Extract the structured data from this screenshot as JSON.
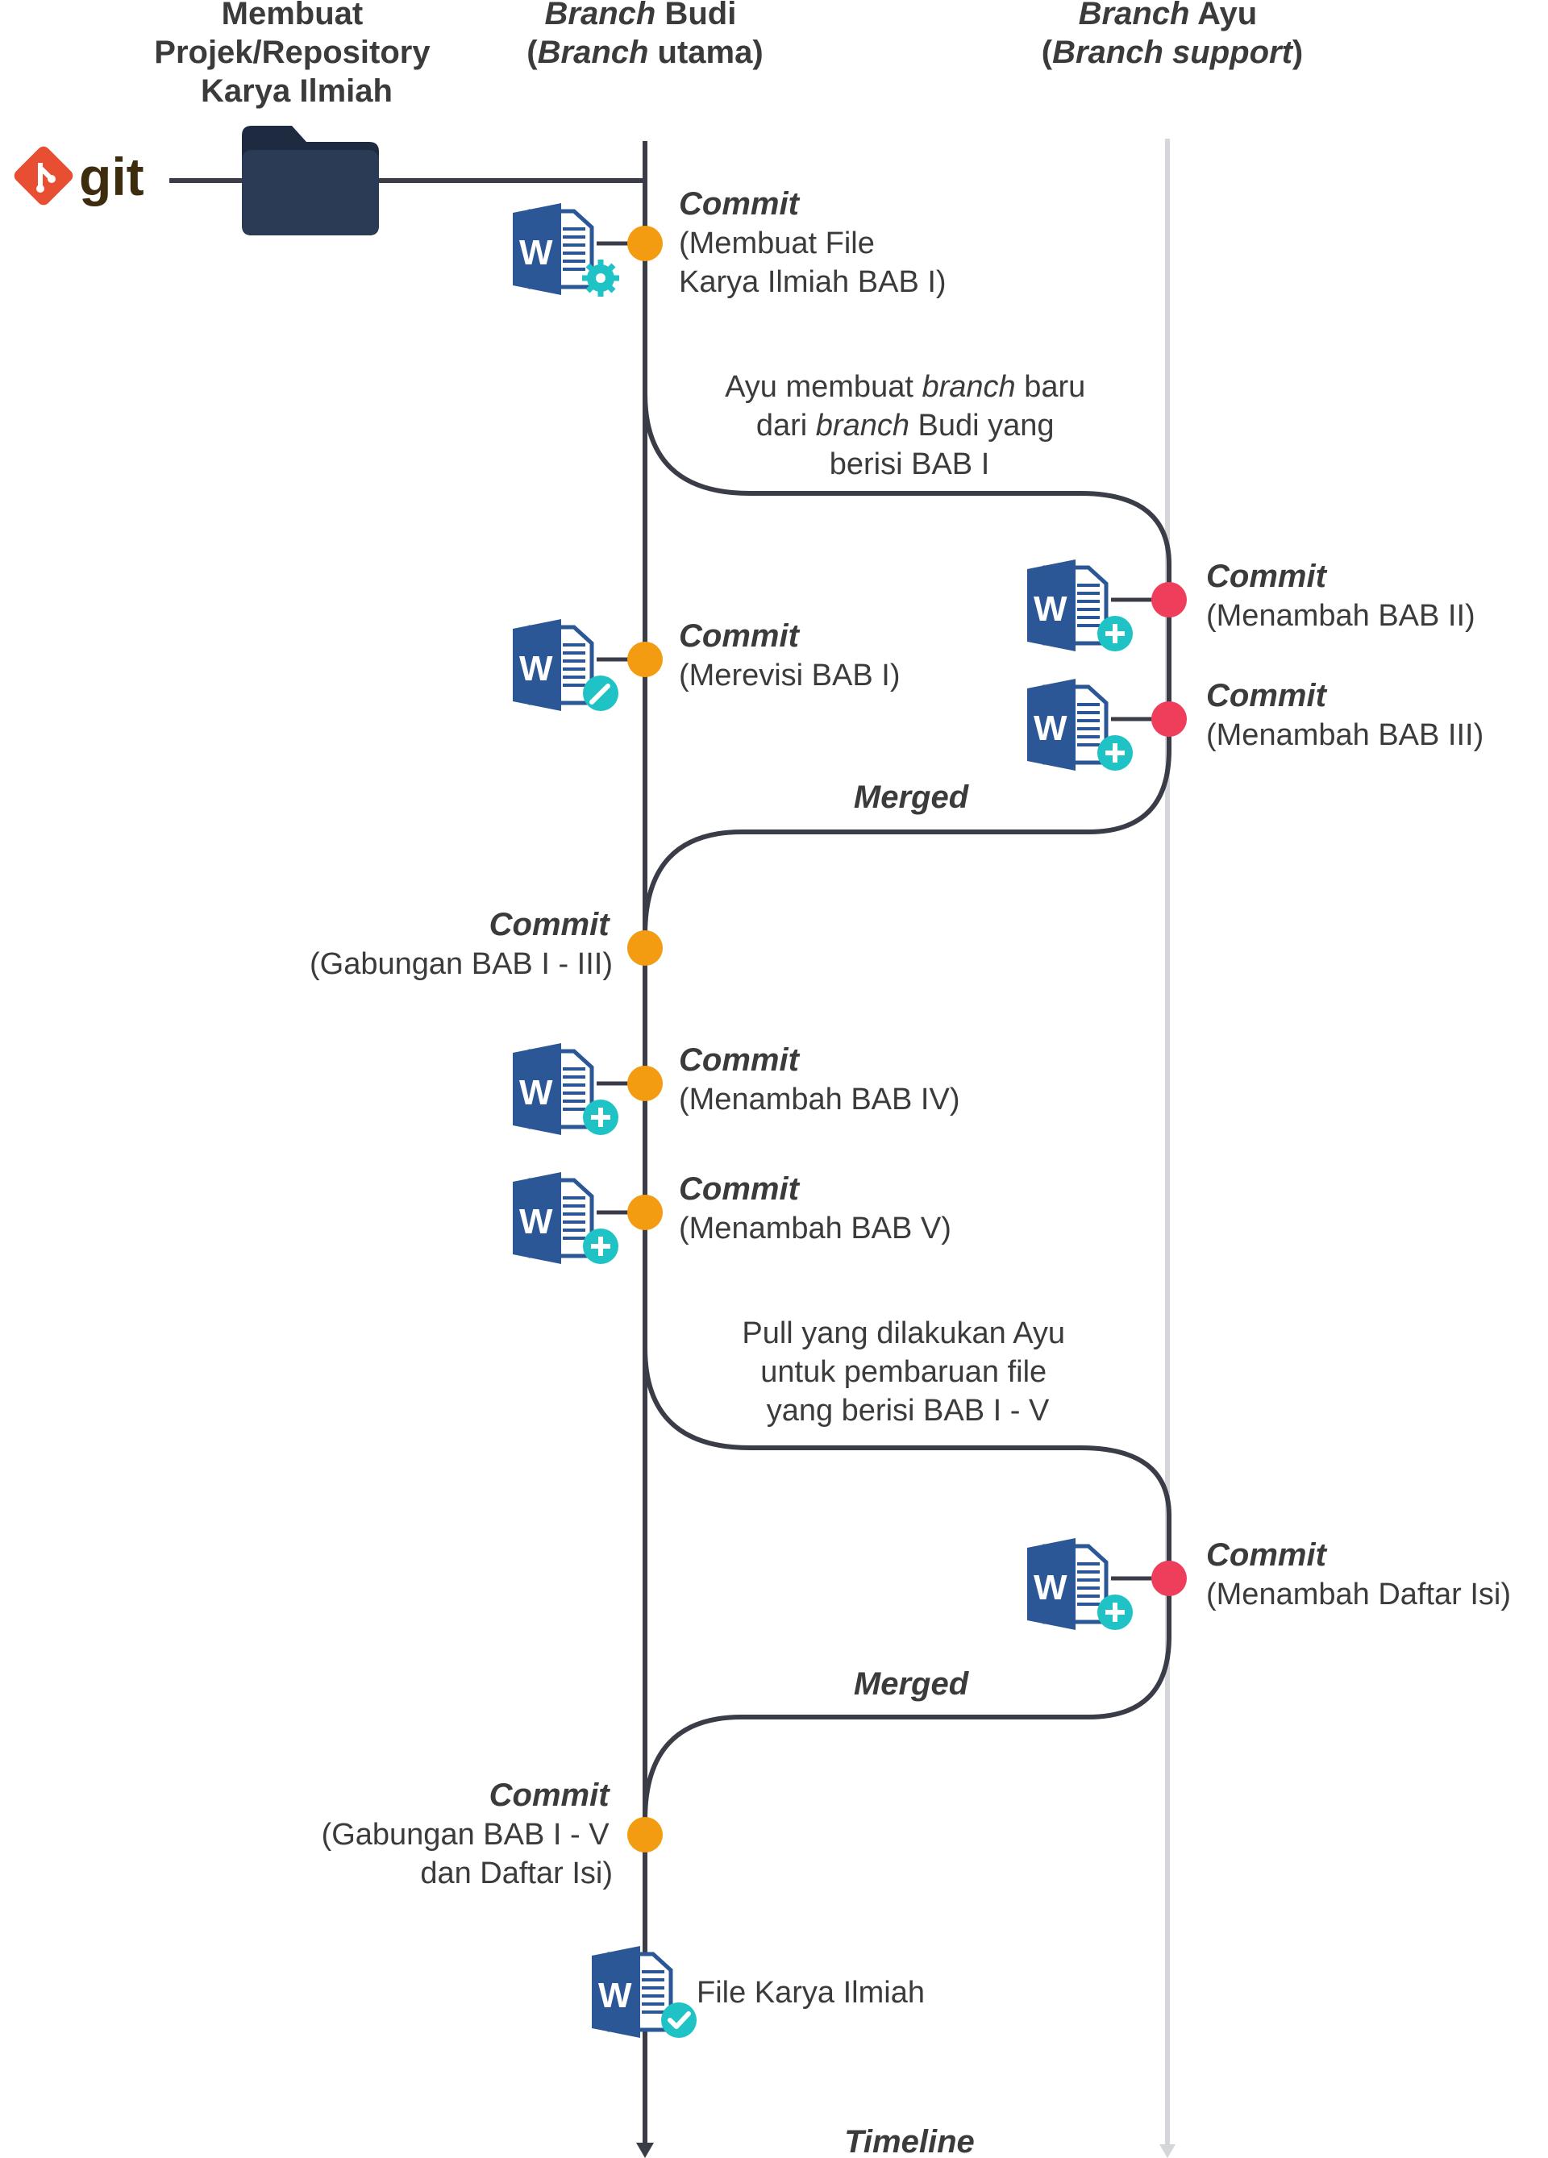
{
  "headers": {
    "project": [
      "Membuat",
      "Projek/Repository",
      "Karya Ilmiah"
    ],
    "budi_line1_italic": "Branch",
    "budi_line1_rest": " Budi",
    "budi_line2_open": "(",
    "budi_line2_italic": "Branch",
    "budi_line2_rest": " utama)",
    "ayu_line1_italic": "Branch",
    "ayu_line1_rest": " Ayu",
    "ayu_line2_open": "(",
    "ayu_line2_italic": "Branch support",
    "ayu_line2_close": ")"
  },
  "git_logo_text": "git",
  "commit_word": "Commit",
  "commits": {
    "c1": [
      "(Membuat File",
      "Karya Ilmiah BAB I)"
    ],
    "c2": "(Merevisi BAB I)",
    "c3": "(Gabungan BAB I - III)",
    "c4": "(Menambah BAB IV)",
    "c5": "(Menambah BAB V)",
    "c6": [
      "(Gabungan BAB I - V",
      "dan Daftar Isi)"
    ],
    "a1": "(Menambah BAB II)",
    "a2": "(Menambah BAB III)",
    "a3": "(Menambah Daftar Isi)"
  },
  "annotations": {
    "branch_l1_a": "Ayu membuat ",
    "branch_l1_it": "branch",
    "branch_l1_b": " baru",
    "branch_l2_a": "dari ",
    "branch_l2_it": "branch",
    "branch_l2_b": " Budi yang",
    "branch_l3": "berisi BAB I",
    "pull": [
      "Pull yang dilakukan Ayu",
      "untuk pembaruan file",
      "yang berisi BAB I - V"
    ],
    "merged": "Merged",
    "final_file": "File Karya Ilmiah",
    "timeline": "Timeline"
  },
  "colors": {
    "main_line": "#3a3d47",
    "ayu_line": "#d4d6da",
    "budi_commit": "#f39c12",
    "ayu_commit": "#ef3e5c",
    "word_blue": "#2b5797",
    "badge": "#1fc3c6",
    "folder": "#2b3a55",
    "git_red": "#e84e31"
  },
  "icons": [
    "git-logo-icon",
    "folder-icon",
    "word-doc-icon",
    "gear-badge-icon",
    "pencil-badge-icon",
    "plus-badge-icon",
    "check-badge-icon"
  ]
}
